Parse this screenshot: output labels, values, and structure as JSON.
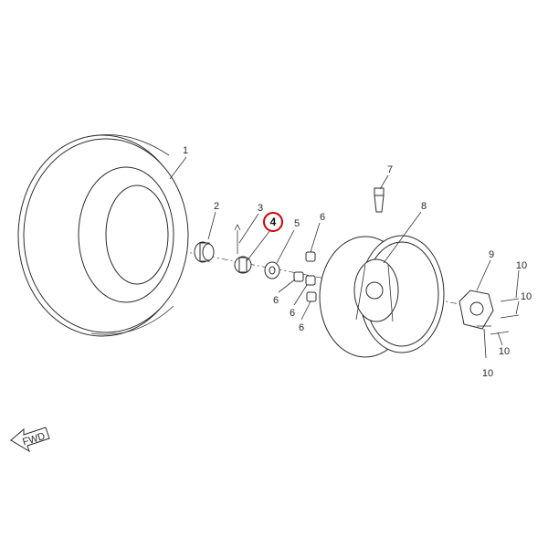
{
  "highlight_color": "#d40000",
  "fwd_label": "FWD",
  "callouts": [
    {
      "id": "callout-1",
      "label": "1"
    },
    {
      "id": "callout-2",
      "label": "2"
    },
    {
      "id": "callout-3",
      "label": "3"
    },
    {
      "id": "callout-4",
      "label": "4",
      "highlighted": true
    },
    {
      "id": "callout-5",
      "label": "5"
    },
    {
      "id": "callout-6a",
      "label": "6"
    },
    {
      "id": "callout-6b",
      "label": "6"
    },
    {
      "id": "callout-6c",
      "label": "6"
    },
    {
      "id": "callout-6d",
      "label": "6"
    },
    {
      "id": "callout-7",
      "label": "7"
    },
    {
      "id": "callout-8",
      "label": "8"
    },
    {
      "id": "callout-9",
      "label": "9"
    },
    {
      "id": "callout-10a",
      "label": "10"
    },
    {
      "id": "callout-10b",
      "label": "10"
    },
    {
      "id": "callout-10c",
      "label": "10"
    },
    {
      "id": "callout-10d",
      "label": "10"
    }
  ]
}
